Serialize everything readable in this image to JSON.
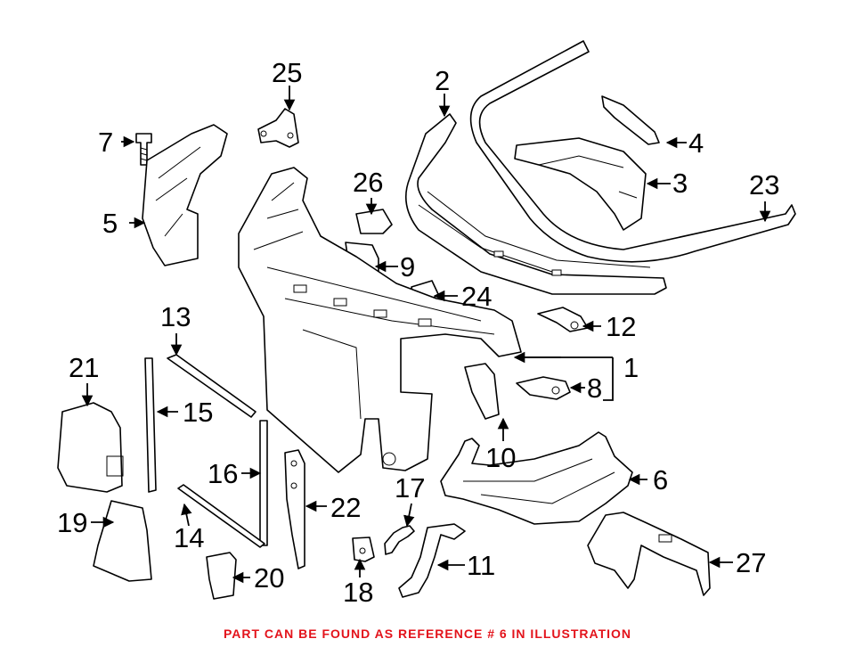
{
  "diagram": {
    "callouts": [
      {
        "id": "1",
        "text": "1"
      },
      {
        "id": "2",
        "text": "2"
      },
      {
        "id": "3",
        "text": "3"
      },
      {
        "id": "4",
        "text": "4"
      },
      {
        "id": "5",
        "text": "5"
      },
      {
        "id": "6",
        "text": "6"
      },
      {
        "id": "7",
        "text": "7"
      },
      {
        "id": "8",
        "text": "8"
      },
      {
        "id": "9",
        "text": "9"
      },
      {
        "id": "10",
        "text": "10"
      },
      {
        "id": "11",
        "text": "11"
      },
      {
        "id": "12",
        "text": "12"
      },
      {
        "id": "13",
        "text": "13"
      },
      {
        "id": "14",
        "text": "14"
      },
      {
        "id": "15",
        "text": "15"
      },
      {
        "id": "16",
        "text": "16"
      },
      {
        "id": "17",
        "text": "17"
      },
      {
        "id": "18",
        "text": "18"
      },
      {
        "id": "19",
        "text": "19"
      },
      {
        "id": "20",
        "text": "20"
      },
      {
        "id": "21",
        "text": "21"
      },
      {
        "id": "22",
        "text": "22"
      },
      {
        "id": "23",
        "text": "23"
      },
      {
        "id": "24",
        "text": "24"
      },
      {
        "id": "25",
        "text": "25"
      },
      {
        "id": "26",
        "text": "26"
      },
      {
        "id": "27",
        "text": "27"
      }
    ],
    "footer_note": "PART CAN BE FOUND AS REFERENCE # 6 IN ILLUSTRATION",
    "footer_color": "#e3131b"
  }
}
